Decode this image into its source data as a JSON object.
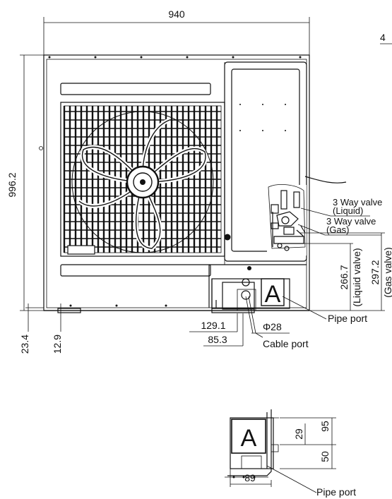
{
  "dimensions": {
    "overall_width": "940",
    "overall_height": "996.2",
    "top_right_fragment": "4",
    "foot_left": "23.4",
    "foot_inner": "12.9",
    "pipe_offset_1": "129.1",
    "pipe_offset_2": "85.3",
    "cable_diameter": "Φ28",
    "liquid_valve_height": "266.7",
    "liquid_valve_label": "(Liquid valve)",
    "gas_valve_height": "297.2",
    "gas_valve_label": "(Gas valve)",
    "detail_height_outer": "95",
    "detail_height_inner": "29",
    "detail_bottom": "50",
    "detail_width": "89"
  },
  "labels": {
    "valve_liquid_line1": "3 Way valve",
    "valve_liquid_line2": "(Liquid)",
    "valve_gas_line1": "3 Way valve",
    "valve_gas_line2": "(Gas)",
    "cable_port": "Cable port",
    "pipe_port_main": "Pipe port",
    "pipe_port_detail": "Pipe port",
    "detail_marker_main": "A",
    "detail_marker_detail": "A"
  }
}
